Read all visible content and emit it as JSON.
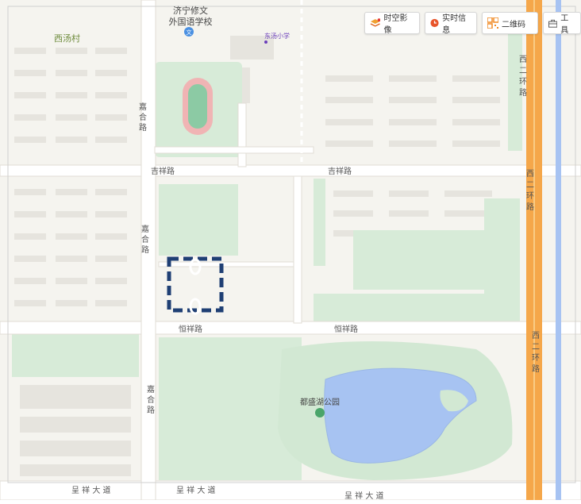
{
  "toolbar": {
    "time_imagery": "时空影像",
    "realtime_info": "实时信息",
    "qr_code": "二维码",
    "tools": "工具"
  },
  "map": {
    "labels": {
      "xitang_village": "西汤村",
      "school_line1": "济宁修文",
      "school_line2": "外国语学校",
      "dongtang_primary": "东汤小学",
      "jixiang_road_west": "吉祥路",
      "jixiang_road_east": "吉祥路",
      "hengxiang_road_west": "恒祥路",
      "hengxiang_road_east": "恒祥路",
      "jiahe_road_1": [
        "嘉",
        "合",
        "路"
      ],
      "jiahe_road_2": [
        "嘉",
        "合",
        "路"
      ],
      "jiahe_road_3": [
        "嘉",
        "合",
        "路"
      ],
      "west_second_ring_1": [
        "西",
        "二",
        "环",
        "路"
      ],
      "west_second_ring_2": [
        "西",
        "二",
        "环",
        "路"
      ],
      "west_second_ring_3": [
        "西",
        "二",
        "环",
        "路"
      ],
      "lake_park": "都盛湖公园",
      "chengxiang_avenue_west": "呈 祥 大 道",
      "chengxiang_avenue_mid": "呈 祥 大 道",
      "chengxiang_avenue_east": "呈 祥 大 道"
    },
    "colors": {
      "land": "#f5f4ef",
      "road": "#ffffff",
      "green": "#d7ebd8",
      "water": "#a7c3f2",
      "ring_road": "#f5a74a",
      "highlight_box": "#1f3f74"
    }
  }
}
